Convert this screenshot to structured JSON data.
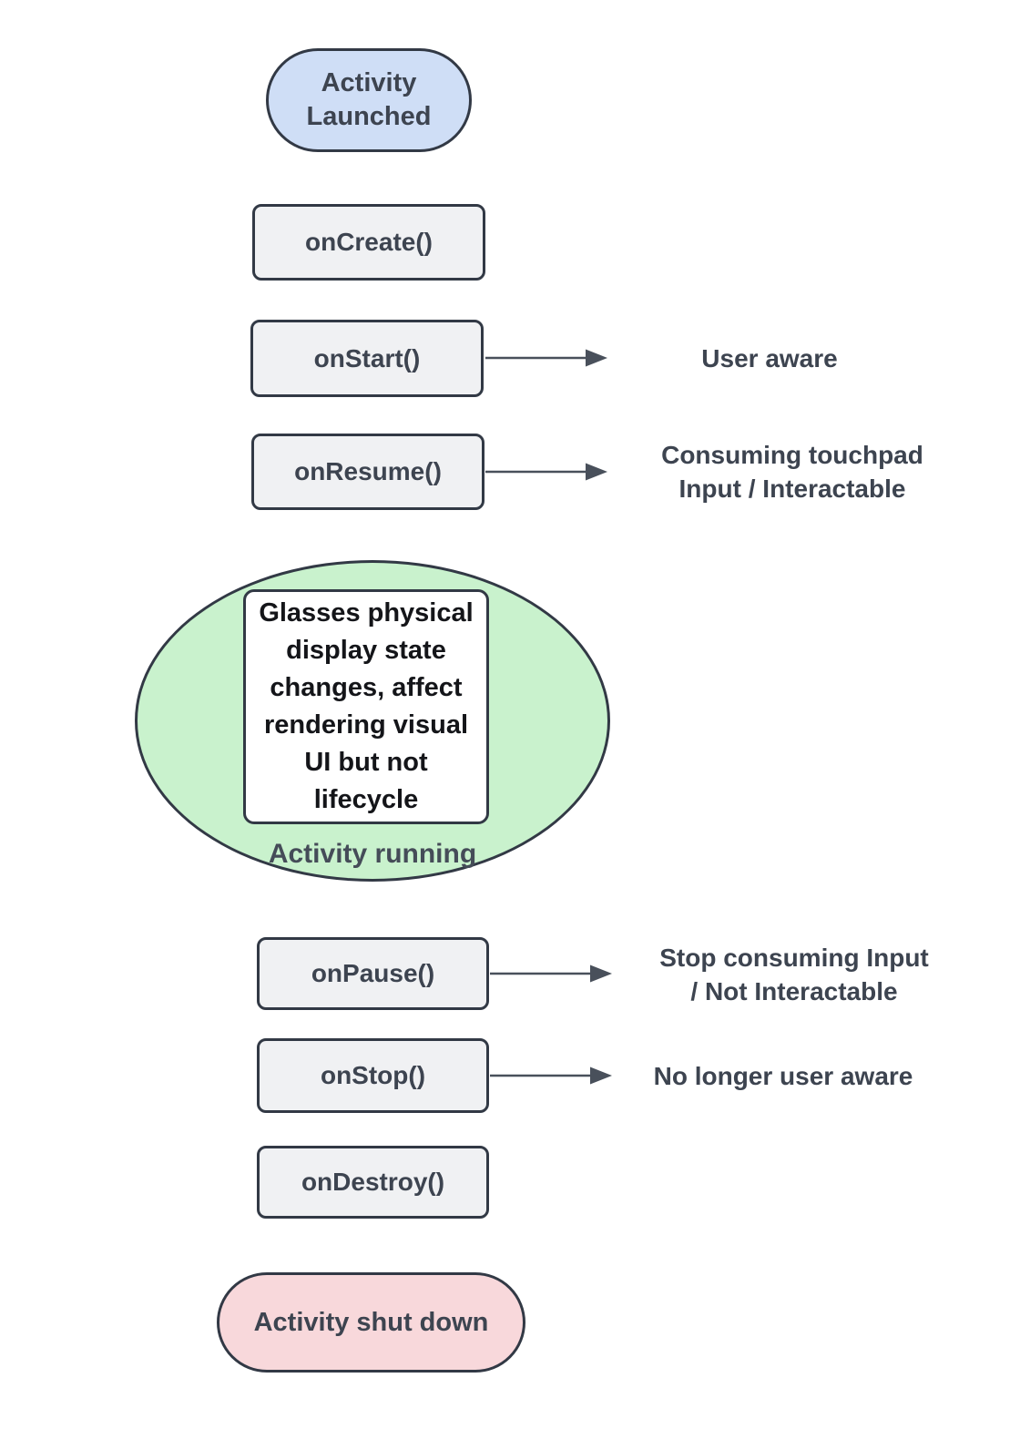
{
  "diagram": {
    "title_semantics": "activity-lifecycle-flow",
    "start_node": {
      "label": "Activity Launched",
      "fill": "#cfdef6"
    },
    "boxes": [
      {
        "label": "onCreate()"
      },
      {
        "label": "onStart()"
      },
      {
        "label": "onResume()"
      },
      {
        "label": "onPause()"
      },
      {
        "label": "onStop()"
      },
      {
        "label": "onDestroy()"
      }
    ],
    "annotations": [
      {
        "for": "onStart()",
        "lines": [
          "User aware",
          ""
        ]
      },
      {
        "for": "onResume()",
        "lines": [
          "Consuming touchpad",
          "Input / Interactable"
        ]
      },
      {
        "for": "onPause()",
        "lines": [
          "Stop consuming Input",
          "/ Not Interactable"
        ]
      },
      {
        "for": "onStop()",
        "lines": [
          "No longer user aware",
          ""
        ]
      }
    ],
    "running_state": {
      "fill": "#c9f2cd",
      "label": "Activity running",
      "note": "Glasses physical display state changes, affect rendering visual UI but not lifecycle",
      "note_lines": [
        "Glasses physical",
        "display state",
        "changes, affect",
        "rendering visual",
        "UI but not",
        "lifecycle"
      ]
    },
    "end_node": {
      "label": "Activity shut down",
      "fill": "#f8d8db"
    },
    "colors": {
      "node_border": "#323945",
      "callback_box_fill": "#f0f1f3",
      "label_text": "#3d4450",
      "note_text": "#141519",
      "running_label_text": "#454c58",
      "arrow": "#49505b",
      "background": "#ffffff"
    }
  }
}
